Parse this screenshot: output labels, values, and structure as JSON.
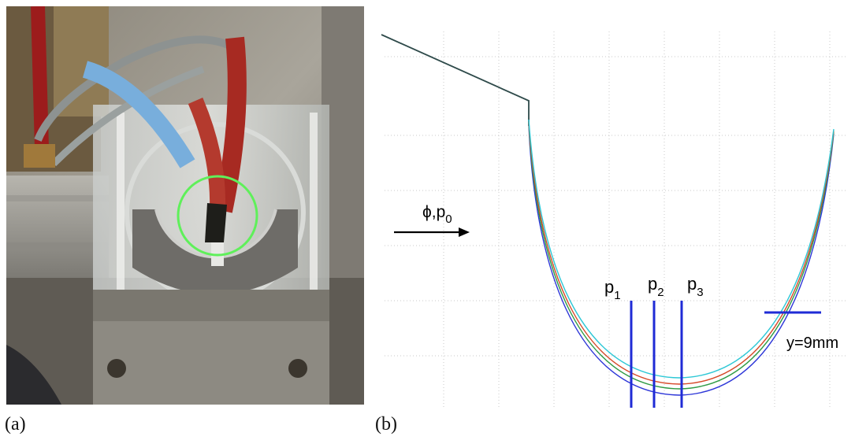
{
  "figure": {
    "panel_a": {
      "caption": "(a)"
    },
    "panel_b": {
      "caption": "(b)",
      "inlet_label": {
        "main": "ϕ,p",
        "sub": "0"
      },
      "probes": [
        {
          "main": "p",
          "sub": "1"
        },
        {
          "main": "p",
          "sub": "2"
        },
        {
          "main": "p",
          "sub": "3"
        }
      ],
      "line_label": "y=9mm",
      "colors": {
        "probe_lines": "#1f2bd6",
        "curves": [
          "#2e37d8",
          "#2f9b45",
          "#d64a2a",
          "#2ec8d6"
        ],
        "wall": "#2e4a4a",
        "grid": "#c8c8c8"
      }
    }
  }
}
